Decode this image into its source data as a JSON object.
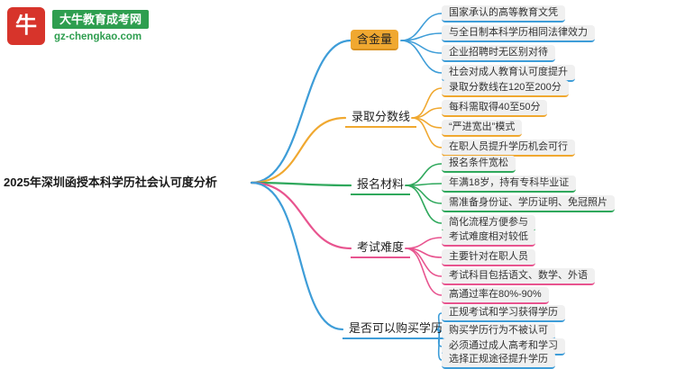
{
  "logo": {
    "icon_char": "牛",
    "site_name": "大牛教育成考网",
    "site_url": "gz-chengkao.com"
  },
  "main_topic": "2025年深圳函授本科学历社会认可度分析",
  "colors": {
    "blue": "#3E9DD8",
    "yellow": "#F0A830",
    "green": "#2FA85C",
    "pink": "#E8548F",
    "logo_red": "#D7342B",
    "logo_green": "#2E9E4F",
    "leaf_bg": "#F0F0F0"
  },
  "branches": [
    {
      "label": "含金量",
      "line_color": "#3E9DD8",
      "box_color": "#F0A830",
      "leaves": [
        "国家承认的高等教育文凭",
        "与全日制本科学历相同法律效力",
        "企业招聘时无区别对待",
        "社会对成人教育认可度提升"
      ]
    },
    {
      "label": "录取分数线",
      "line_color": "#F0A830",
      "leaves": [
        "录取分数线在120至200分",
        "每科需取得40至50分",
        "“严进宽出”模式",
        "在职人员提升学历机会可行"
      ]
    },
    {
      "label": "报名材料",
      "line_color": "#2FA85C",
      "leaves": [
        "报名条件宽松",
        "年满18岁，持有专科毕业证",
        "需准备身份证、学历证明、免冠照片",
        "简化流程方便参与"
      ]
    },
    {
      "label": "考试难度",
      "line_color": "#E8548F",
      "leaves": [
        "考试难度相对较低",
        "主要针对在职人员",
        "考试科目包括语文、数学、外语",
        "高通过率在80%-90%"
      ]
    },
    {
      "label": "是否可以购买学历",
      "line_color": "#3E9DD8",
      "leaves": [
        "正规考试和学习获得学历",
        "购买学历行为不被认可",
        "必须通过成人高考和学习",
        "选择正规途径提升学历"
      ]
    }
  ]
}
